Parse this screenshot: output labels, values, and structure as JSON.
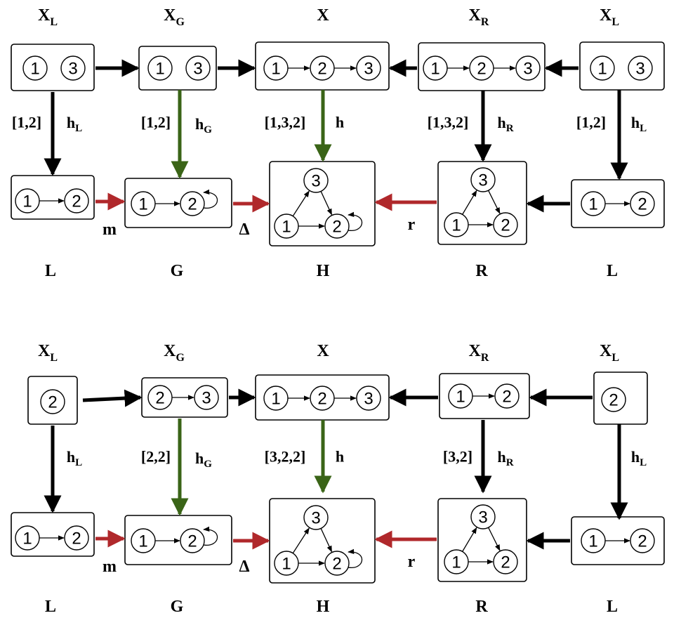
{
  "colors": {
    "black": "#000000",
    "green": "#3a6417",
    "red": "#b0282b"
  },
  "panels": [
    {
      "top_labels": [
        "X",
        "X",
        "X",
        "X",
        "X"
      ],
      "top_subs": [
        "L",
        "G",
        "",
        "R",
        "L"
      ],
      "bottom_labels": [
        "L",
        "G",
        "H",
        "R",
        "L"
      ],
      "map_labels": {
        "col1_index": "[1,2]",
        "col1_h": "h",
        "col1_h_sub": "L",
        "col2_index": "[1,2]",
        "col2_h": "h",
        "col2_h_sub": "G",
        "col3_index": "[1,3,2]",
        "col3_h": "h",
        "col4_index": "[1,3,2]",
        "col4_h": "h",
        "col4_h_sub": "R",
        "col5_index": "[1,2]",
        "col5_h": "h",
        "col5_h_sub": "L"
      },
      "arrow_labels": {
        "m": "m",
        "delta": "Δ",
        "r": "r"
      },
      "nodes": {
        "xl_left": [
          "1",
          "3"
        ],
        "xg": [
          "1",
          "3"
        ],
        "x": [
          "1",
          "2",
          "3"
        ],
        "xr": [
          "1",
          "2",
          "3"
        ],
        "xl_right": [
          "1",
          "3"
        ],
        "l_left": [
          "1",
          "2"
        ],
        "g": [
          "1",
          "2"
        ],
        "h": [
          "3",
          "1",
          "2"
        ],
        "r": [
          "3",
          "1",
          "2"
        ],
        "l_right": [
          "1",
          "2"
        ]
      }
    },
    {
      "top_labels": [
        "X",
        "X",
        "X",
        "X",
        "X"
      ],
      "top_subs": [
        "L",
        "G",
        "",
        "R",
        "L"
      ],
      "bottom_labels": [
        "L",
        "G",
        "H",
        "R",
        "L"
      ],
      "map_labels": {
        "col1_index": "",
        "col1_h": "h",
        "col1_h_sub": "L",
        "col2_index": "[2,2]",
        "col2_h": "h",
        "col2_h_sub": "G",
        "col3_index": "[3,2,2]",
        "col3_h": "h",
        "col4_index": "[3,2]",
        "col4_h": "h",
        "col4_h_sub": "R",
        "col5_index": "",
        "col5_h": "h",
        "col5_h_sub": "L"
      },
      "arrow_labels": {
        "m": "m",
        "delta": "Δ",
        "r": "r"
      },
      "nodes": {
        "xl_left": [
          "2"
        ],
        "xg": [
          "2",
          "3"
        ],
        "x": [
          "1",
          "2",
          "3"
        ],
        "xr": [
          "1",
          "2"
        ],
        "xl_right": [
          "2"
        ],
        "l_left": [
          "1",
          "2"
        ],
        "g": [
          "1",
          "2"
        ],
        "h": [
          "3",
          "1",
          "2"
        ],
        "r": [
          "3",
          "1",
          "2"
        ],
        "l_right": [
          "1",
          "2"
        ]
      }
    }
  ]
}
